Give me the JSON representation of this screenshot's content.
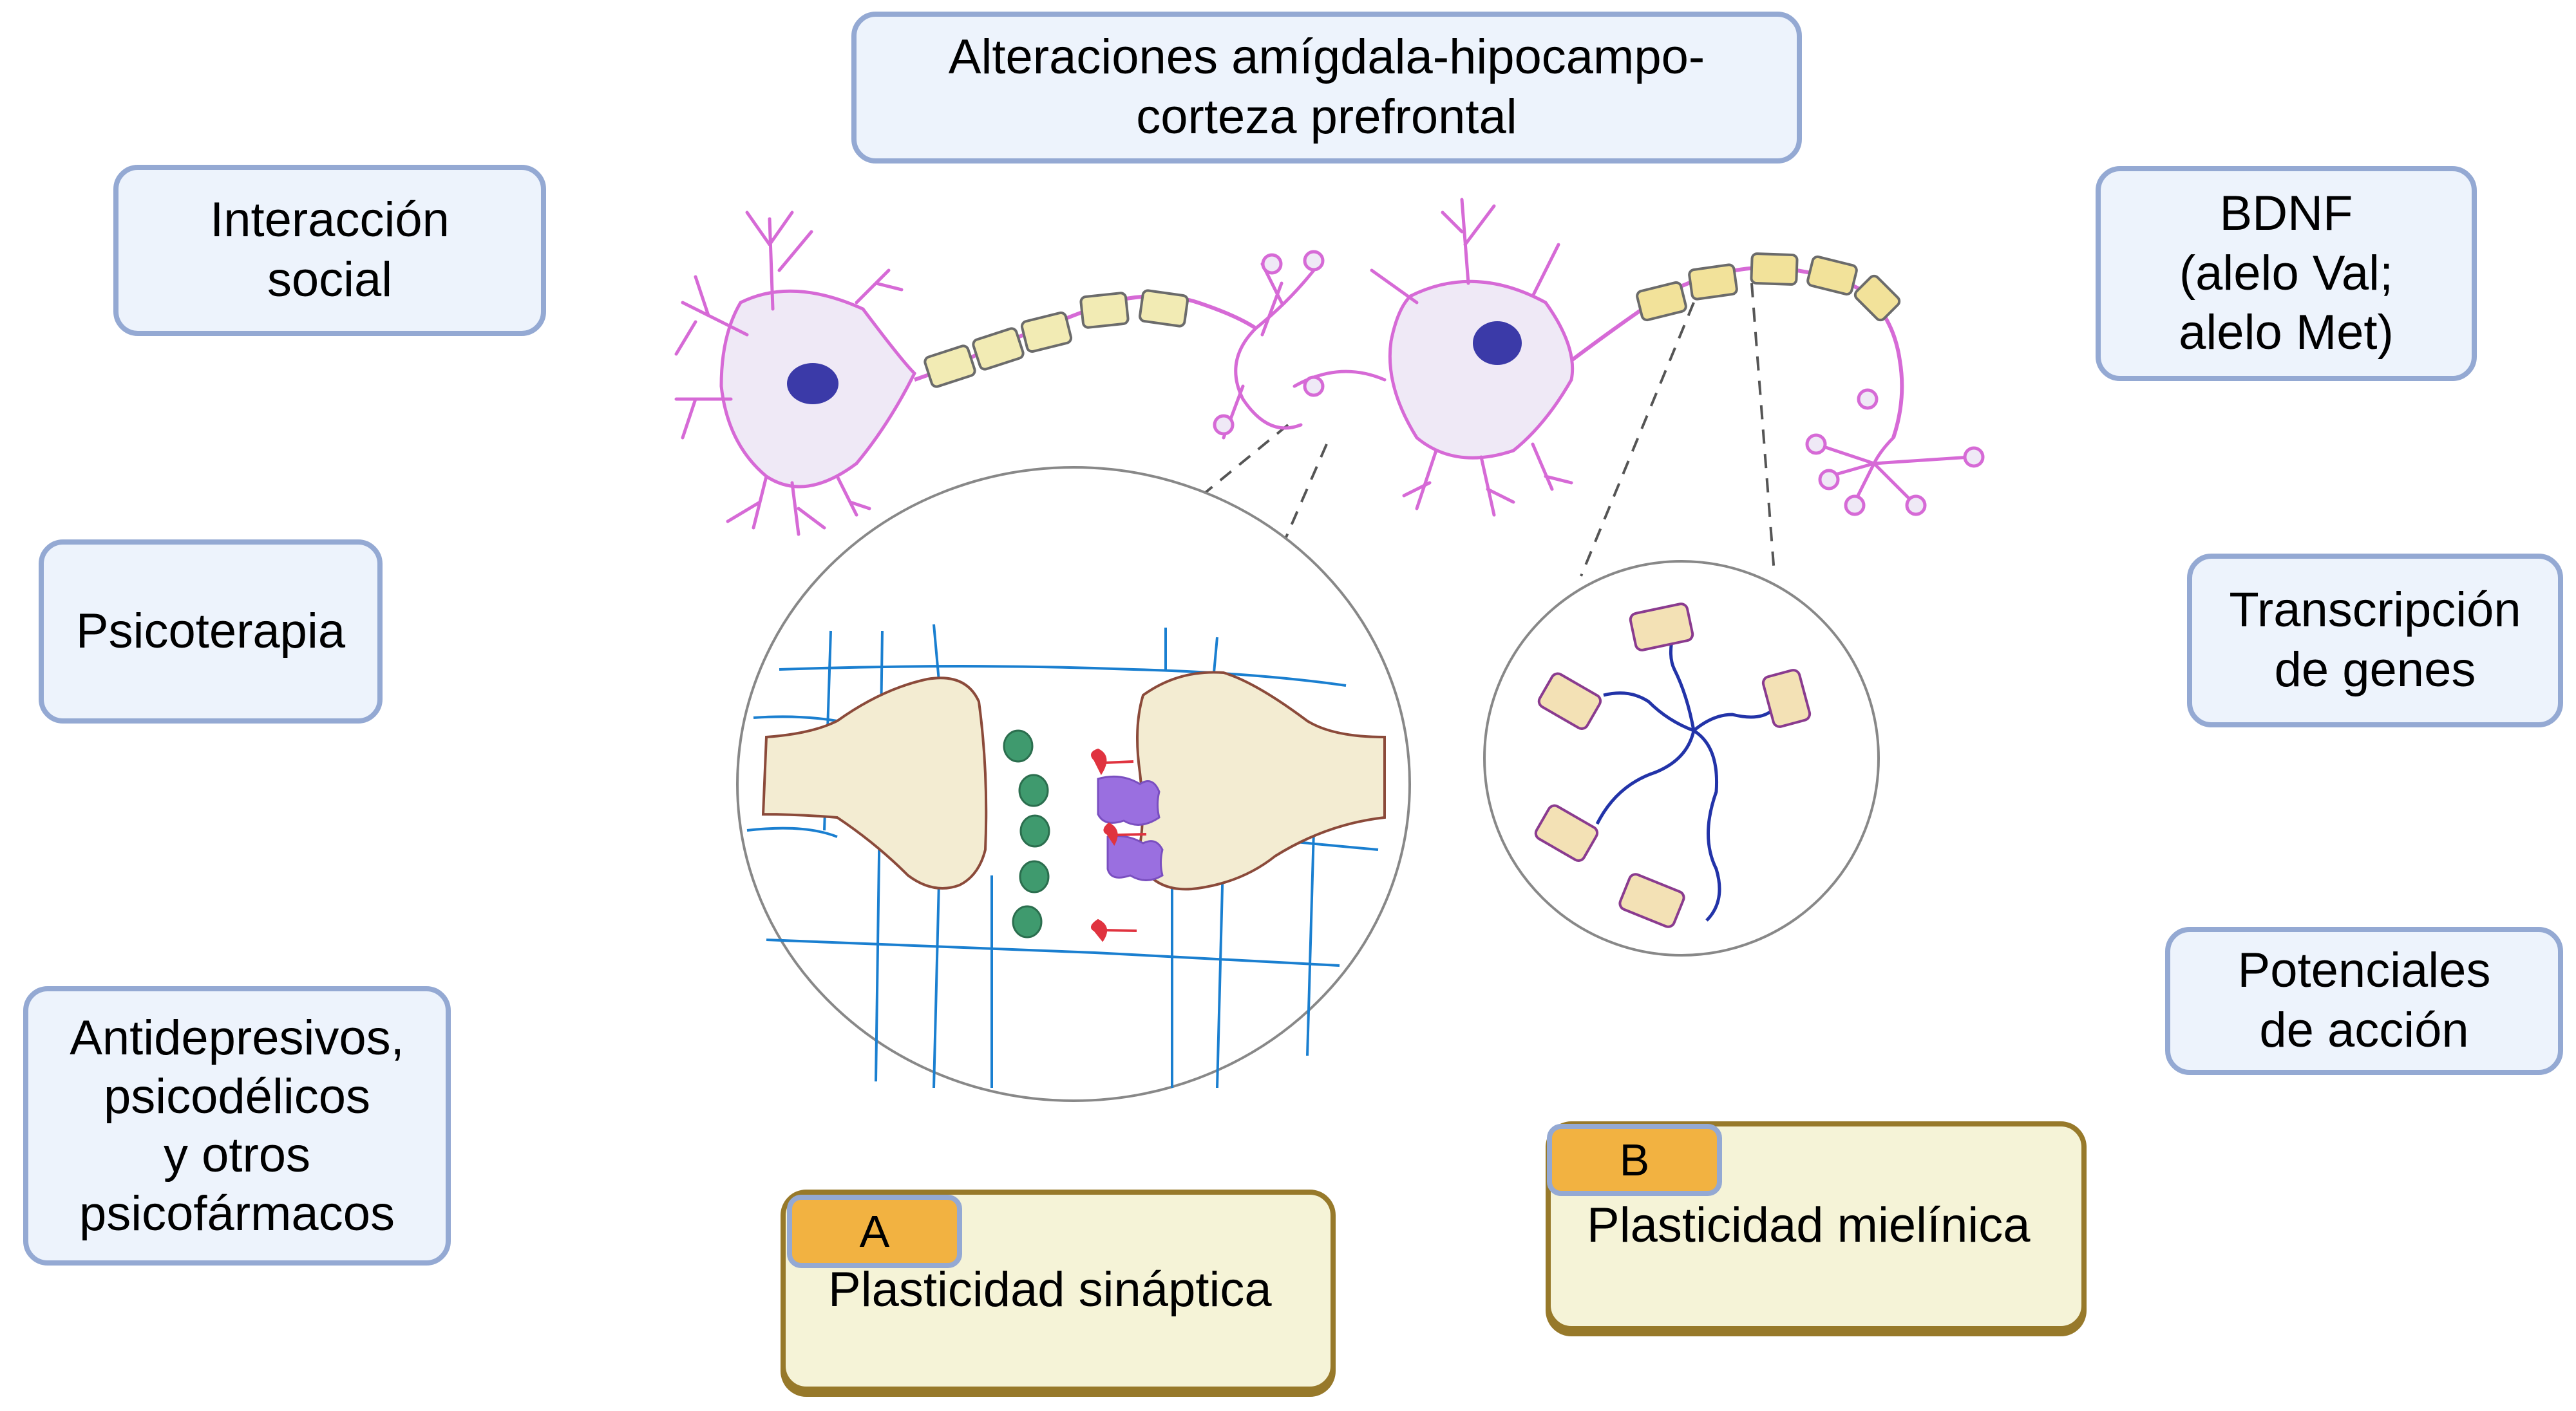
{
  "diagram": {
    "top_box": "Alteraciones amígdala-hipocampo-\ncorteza prefrontal",
    "left_boxes": [
      "Interacción\nsocial",
      "Psicoterapia",
      "Antidepresivos,\npsicodélicos\ny otros\npsicofármacos"
    ],
    "right_boxes": [
      "BDNF\n(alelo Val;\nalelo Met)",
      "Transcripción\nde genes",
      "Potenciales\nde acción"
    ],
    "panels": [
      {
        "tag": "A",
        "title": "Plasticidad sináptica"
      },
      {
        "tag": "B",
        "title": "Plasticidad mielínica"
      }
    ],
    "illustration": {
      "neurons": [
        "presynaptic-neuron",
        "postsynaptic-neuron"
      ],
      "zoom_insets": [
        "synapse-inset",
        "myelin-inset"
      ],
      "colors": {
        "neuron_outline": "#d66ad6",
        "neuron_fill": "#efe9f6",
        "nucleus": "#3b3aa8",
        "myelin_fill": "#f2ebb4",
        "myelin_outline": "#6b6b6b",
        "extracellular_matrix": "#1a7fd0",
        "synaptic_vesicle": "#3f9a6e",
        "receptor": "#9a6fe0",
        "ligand": "#e0333f",
        "membrane": "#8b4a3a",
        "oligodendrocyte_process": "#2233a8",
        "myelin_segment_outline": "#8a3b8f",
        "box_fill": "#edf3fc",
        "box_border": "#94a9d3",
        "panel_fill": "#f5f3d7",
        "panel_border": "#97792a",
        "tag_fill": "#f2b241"
      }
    }
  }
}
